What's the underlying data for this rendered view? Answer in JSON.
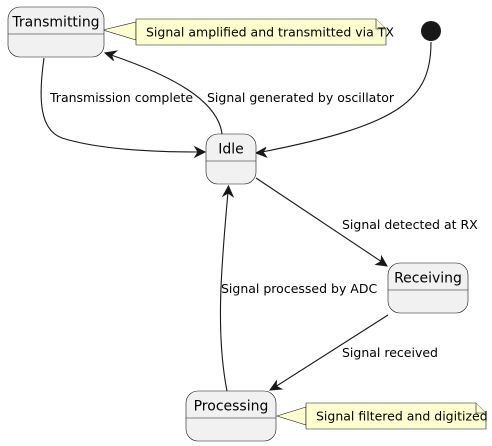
{
  "states": {
    "transmitting": "Transmitting",
    "idle": "Idle",
    "receiving": "Receiving",
    "processing": "Processing"
  },
  "transitions": {
    "transmission_complete": "Transmission complete",
    "signal_generated": "Signal generated by oscillator",
    "signal_detected": "Signal detected at RX",
    "signal_processed": "Signal processed by ADC",
    "signal_received": "Signal received"
  },
  "notes": {
    "transmitting_note": "Signal amplified and transmitted via TX",
    "processing_note": "Signal filtered and digitized"
  },
  "colors": {
    "state_fill": "#f1f1f1",
    "note_fill": "#fefece",
    "line": "#181818"
  }
}
